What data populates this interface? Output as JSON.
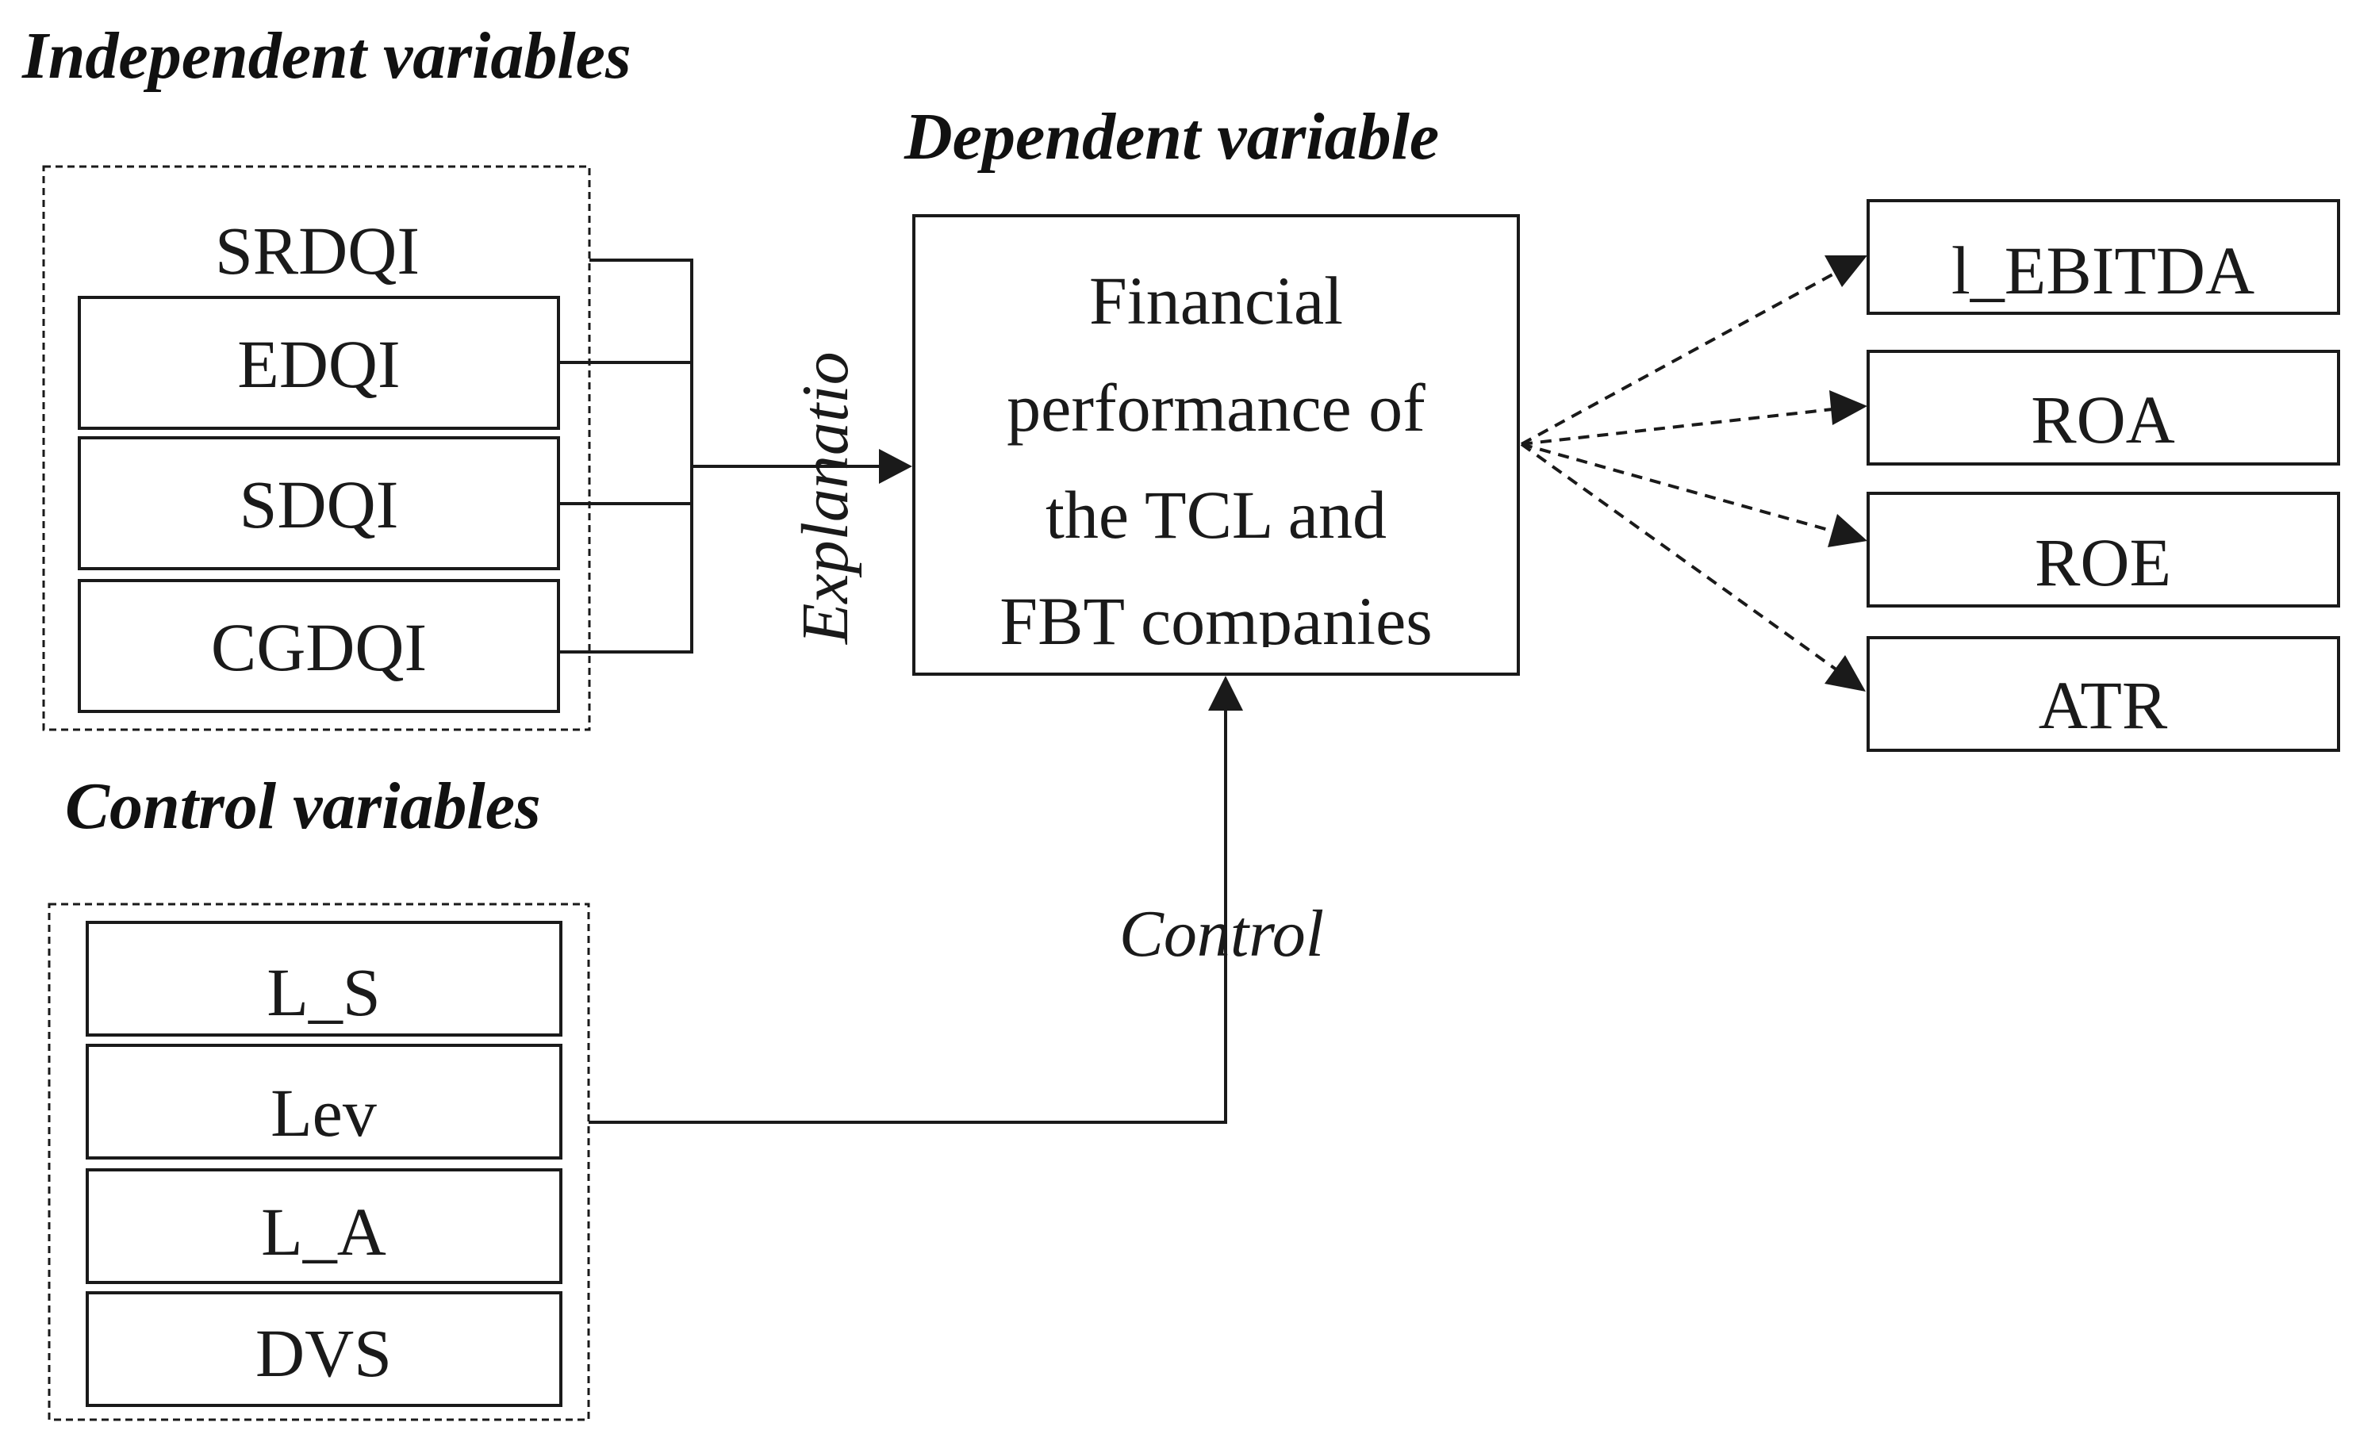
{
  "headings": {
    "independent": "Independent variables",
    "dependent": "Dependent variable",
    "control": "Control variables"
  },
  "independent": {
    "group_label": "SRDQI",
    "items": [
      "EDQI",
      "SDQI",
      "CGDQI"
    ]
  },
  "dependent": {
    "lines": [
      "Financial",
      "performance of",
      "the TCL and",
      "FBT companies"
    ]
  },
  "control": {
    "items": [
      "L_S",
      "Lev",
      "L_A",
      "DVS"
    ]
  },
  "measures": [
    "l_EBITDA",
    "ROA",
    "ROE",
    "ATR"
  ],
  "edge_labels": {
    "explanation": "Explanatio",
    "control": "Control"
  }
}
